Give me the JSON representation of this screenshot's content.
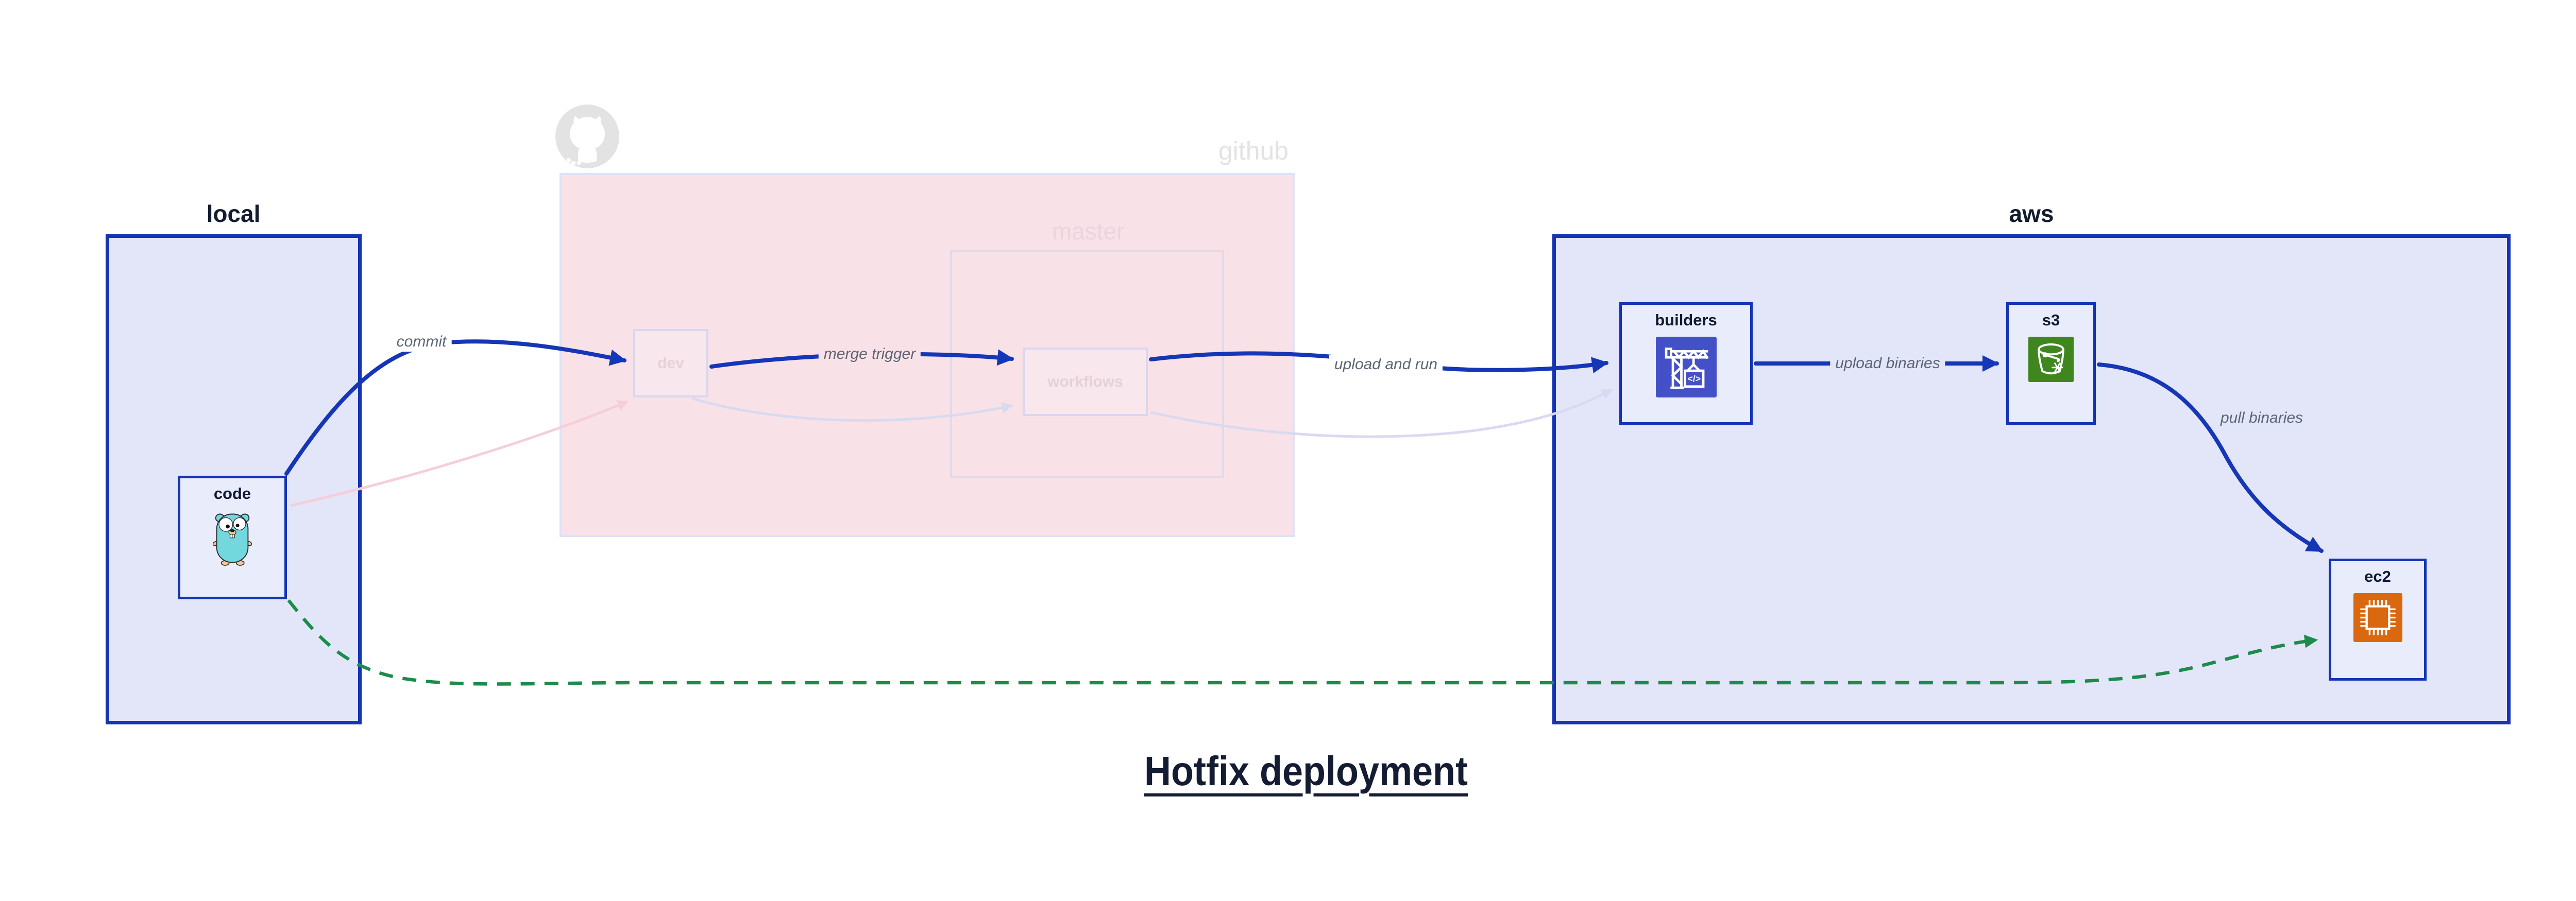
{
  "title": {
    "text": "Hotfix deployment"
  },
  "regions": {
    "local": {
      "label": "local"
    },
    "github": {
      "label": "github",
      "master_label": "master"
    },
    "aws": {
      "label": "aws"
    }
  },
  "nodes": {
    "code": {
      "label": "code",
      "icon": "gopher-icon"
    },
    "dev": {
      "label": "dev"
    },
    "workflows": {
      "label": "workflows"
    },
    "builders": {
      "label": "builders",
      "icon": "codebuild-crane-icon"
    },
    "s3": {
      "label": "s3",
      "icon": "s3-bucket-icon"
    },
    "ec2": {
      "label": "ec2",
      "icon": "ec2-chip-icon"
    }
  },
  "edges": {
    "commit": {
      "label": "commit",
      "from": "code",
      "to": "dev",
      "style": "solid-blue"
    },
    "merge_trigger": {
      "label": "merge trigger",
      "from": "dev",
      "to": "workflows",
      "style": "solid-blue"
    },
    "upload_and_run": {
      "label": "upload and run",
      "from": "workflows",
      "to": "builders",
      "style": "solid-blue"
    },
    "upload_binaries": {
      "label": "upload binaries",
      "from": "builders",
      "to": "s3",
      "style": "solid-blue"
    },
    "pull_binaries": {
      "label": "pull binaries",
      "from": "s3",
      "to": "ec2",
      "style": "solid-blue"
    },
    "hotfix_path": {
      "label": "",
      "from": "code",
      "to": "ec2",
      "style": "dashed-green"
    },
    "faded_commit": {
      "label": "",
      "from": "code",
      "to": "dev",
      "style": "faded-pink"
    },
    "faded_merge": {
      "label": "",
      "from": "dev",
      "to": "workflows",
      "style": "faded-lavender"
    },
    "faded_upload": {
      "label": "",
      "from": "workflows",
      "to": "builders",
      "style": "faded-lavender"
    }
  },
  "colors": {
    "region_fill_blue": "#e2e6f8",
    "region_border_blue": "#1434b5",
    "node_fill": "#e9edfb",
    "github_fill": "#f9e2e7",
    "github_border": "#dce3f6",
    "master_border": "#e3d9e7",
    "faded_label": "#e6d0da",
    "arrow_blue": "#1536b6",
    "arrow_green": "#1e8a4b",
    "arrow_pink": "#f6ced9",
    "arrow_lavender": "#d9daf0",
    "edge_label_gray": "#5d6575",
    "title_navy": "#141c33",
    "builders_icon_bg": "#4450c8",
    "s3_icon_bg": "#3f861f",
    "ec2_icon_bg": "#d9680f",
    "gopher_body": "#73d7de",
    "ghost_gray": "#e3e3e3"
  }
}
